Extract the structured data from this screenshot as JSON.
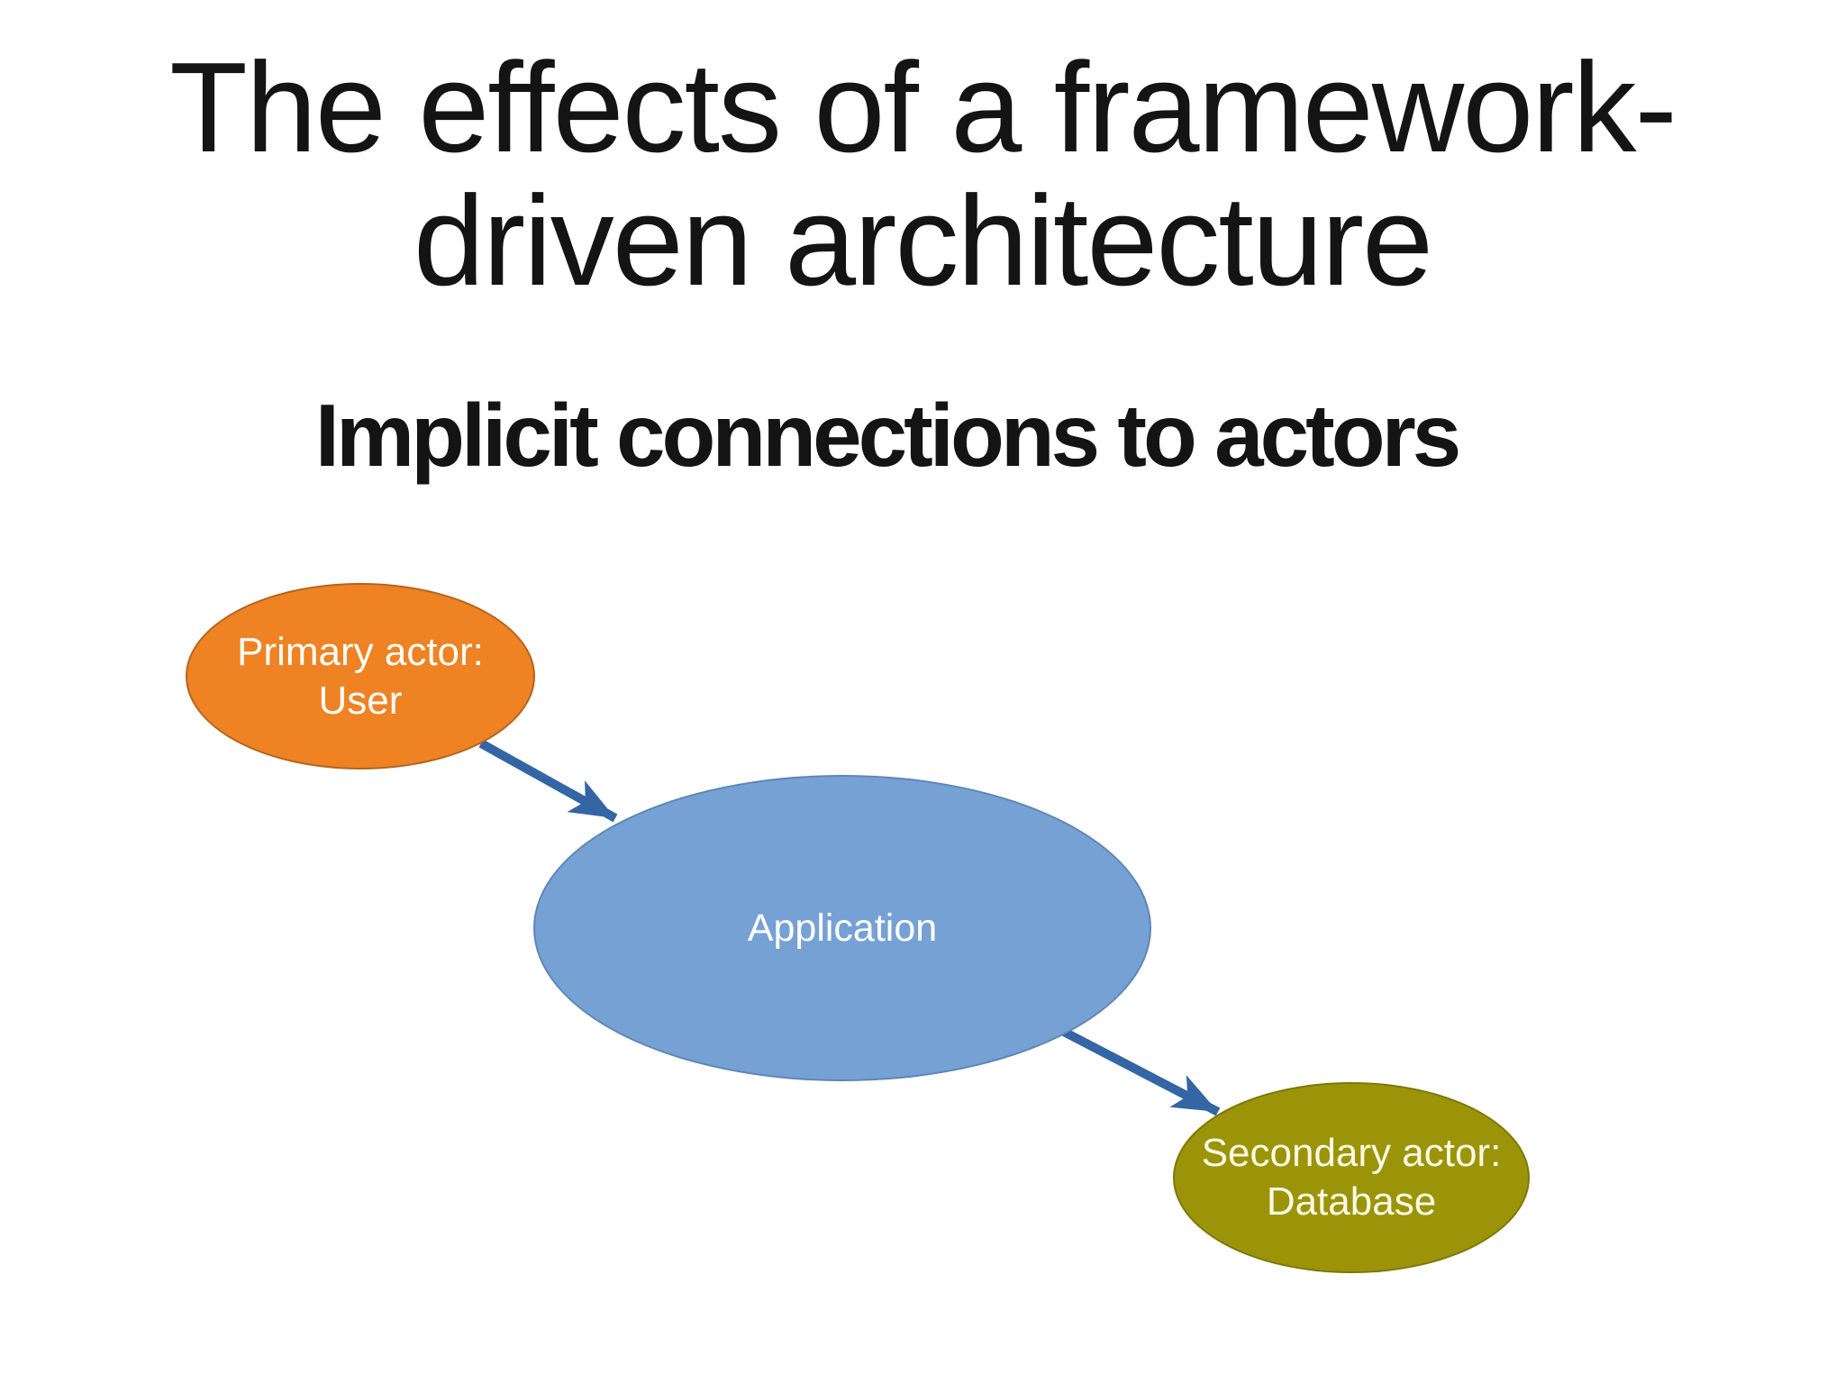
{
  "slide": {
    "title": "The effects of a framework-\ndriven architecture",
    "subtitle": "Implicit connections to actors",
    "background_color": "#FFFFFF",
    "text_color": "#141414"
  },
  "diagram": {
    "nodes": [
      {
        "id": "primary-actor",
        "label": "Primary actor:\nUser",
        "shape": "ellipse",
        "fill_color": "#EF8223",
        "border_color": "#B4641E",
        "text_color": "#FFFFFF"
      },
      {
        "id": "application",
        "label": "Application",
        "shape": "ellipse",
        "fill_color": "#76A1D4",
        "border_color": "#5D86B6",
        "text_color": "#FFFFFF"
      },
      {
        "id": "secondary-actor",
        "label": "Secondary actor:\nDatabase",
        "shape": "ellipse",
        "fill_color": "#9C9408",
        "border_color": "#7D7706",
        "text_color": "#FBF9E6"
      }
    ],
    "edges": [
      {
        "from": "primary-actor",
        "to": "application",
        "style": "arrow"
      },
      {
        "from": "application",
        "to": "secondary-actor",
        "style": "arrow"
      }
    ],
    "arrow_color": "#3465A4"
  }
}
